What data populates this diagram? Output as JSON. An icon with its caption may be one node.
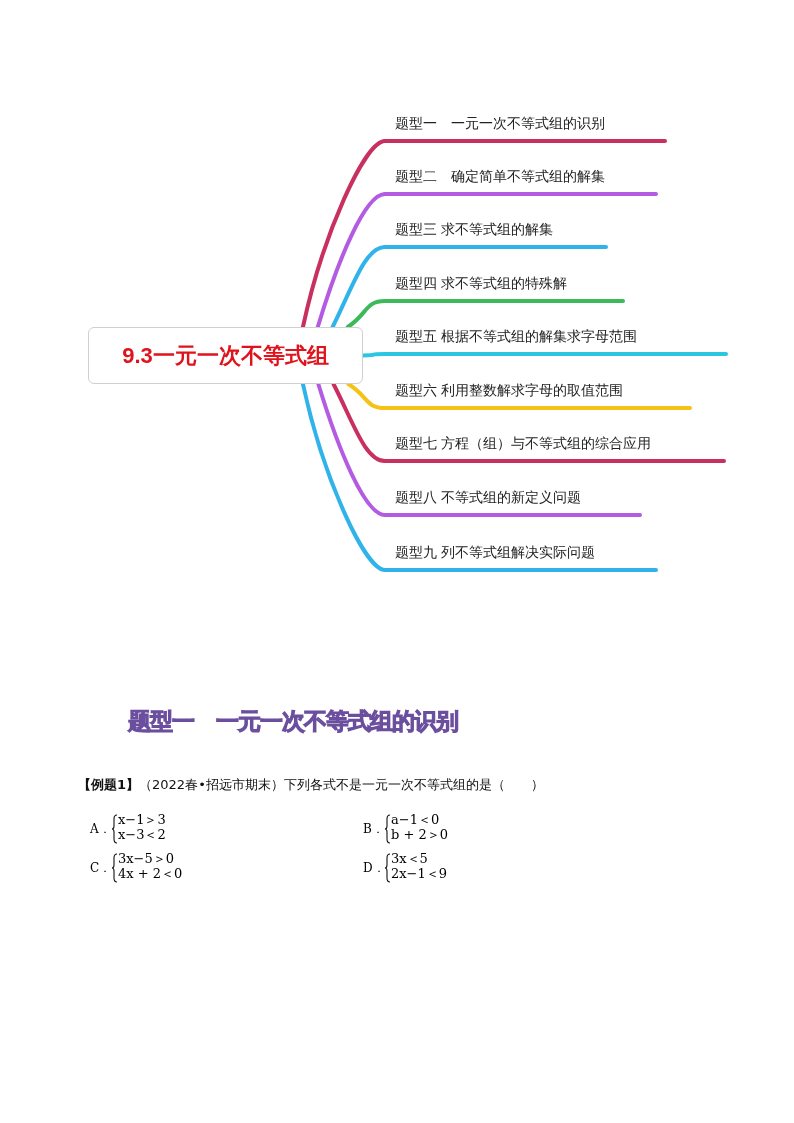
{
  "diagram": {
    "nodes": [
      {
        "text": [
          "9.3一元一次不等式组"
        ]
      },
      {
        "text": [
          "题型一　一元一次不等式组的识别"
        ]
      },
      {
        "text": [
          "题型二　确定简单不等式组的解集"
        ]
      },
      {
        "text": [
          "题型三 求不等式组的解集"
        ]
      },
      {
        "text": [
          "题型四 求不等式组的特殊解"
        ]
      },
      {
        "text": [
          "题型五 根据不等式组的解集求字母范围"
        ]
      },
      {
        "text": [
          "题型六 利用整数解求字母的取值范围"
        ]
      },
      {
        "text": [
          "题型七 方程（组）与不等式组的综合应用"
        ]
      },
      {
        "text": [
          "题型八 不等式组的新定义问题"
        ]
      },
      {
        "text": [
          "题型九 列不等式组解决实际问题"
        ]
      }
    ],
    "edges": [
      {
        "from": 0,
        "to": 1,
        "arrow": "none",
        "color": "#c8305f"
      },
      {
        "from": 0,
        "to": 2,
        "arrow": "none",
        "color": "#b35ce3"
      },
      {
        "from": 0,
        "to": 3,
        "arrow": "none",
        "color": "#2fb3ea"
      },
      {
        "from": 0,
        "to": 4,
        "arrow": "none",
        "color": "#3cba5a"
      },
      {
        "from": 0,
        "to": 5,
        "arrow": "none",
        "color": "#2bc6e0"
      },
      {
        "from": 0,
        "to": 6,
        "arrow": "none",
        "color": "#f5c216"
      },
      {
        "from": 0,
        "to": 7,
        "arrow": "none",
        "color": "#c8305f"
      },
      {
        "from": 0,
        "to": 8,
        "arrow": "none",
        "color": "#b35ce3"
      },
      {
        "from": 0,
        "to": 9,
        "arrow": "none",
        "color": "#2fb3ea"
      }
    ],
    "labels": [
      "题型一　一元一次不等式组的识别",
      "**【例题1】**（2022春•招远市期末）下列各式不是一元一次不等式组的是（　　）",
      "A．",
      "x−1＞3",
      "x−3＜2",
      "B．",
      "a−1＜0",
      "b + 2＞0",
      "C．",
      "3x−5＞0",
      "4x + 2＜0",
      "D．",
      "3x＜5",
      "2x−1＜9"
    ]
  }
}
